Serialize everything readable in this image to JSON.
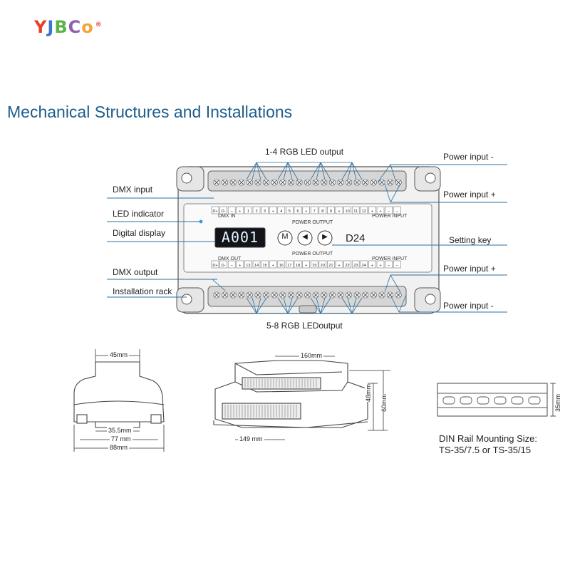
{
  "logo": {
    "letters": [
      "Y",
      "J",
      "B",
      "C",
      "o"
    ],
    "letter_colors": [
      "#e8402c",
      "#3c78c8",
      "#59b548",
      "#8e5fb0",
      "#f2a33a"
    ],
    "reg_mark": "®"
  },
  "title": "Mechanical Structures and Installations",
  "callouts": {
    "top_output": "1-4 RGB LED output",
    "bottom_output": "5-8 RGB LEDoutput",
    "dmx_input": "DMX input",
    "led_indicator": "LED indicator",
    "digital_display": "Digital display",
    "dmx_output": "DMX output",
    "installation_rack": "Installation rack",
    "power_input_minus_top": "Power input -",
    "power_input_plus_top": "Power input +",
    "setting_key": "Setting key",
    "power_input_plus_bottom": "Power input +",
    "power_input_minus_bottom": "Power input -"
  },
  "panel": {
    "display_text": "A001",
    "model": "D24",
    "keys": [
      "M",
      "◀",
      "▶"
    ],
    "top_terminals": [
      "D+",
      "D-",
      "–",
      "+",
      "1",
      "2",
      "3",
      "+",
      "4",
      "5",
      "6",
      "+",
      "7",
      "8",
      "9",
      "+",
      "10",
      "11",
      "12",
      "+",
      "+",
      "–",
      "–"
    ],
    "bottom_terminals": [
      "D+",
      "D-",
      "–",
      "+",
      "13",
      "14",
      "15",
      "+",
      "16",
      "17",
      "18",
      "+",
      "19",
      "20",
      "21",
      "+",
      "22",
      "23",
      "24",
      "+",
      "+",
      "–",
      "–"
    ],
    "top_sub_labels": {
      "dmx_in": "DMX IN",
      "power_output": "POWER OUTPUT",
      "power_input": "POWER INPUT"
    },
    "bottom_sub_labels": {
      "dmx_out": "DMX OUT",
      "power_output": "POWER OUTPUT",
      "power_input": "POWER INPUT"
    }
  },
  "dimensions": {
    "top_width": "45mm",
    "inner_width": "35.5mm",
    "mid_width": "77 mm",
    "overall_width": "88mm",
    "top_length": "160mm",
    "bottom_length": "149 mm",
    "height_small": "48mm",
    "height_large": "60mm",
    "rail_height": "35mm"
  },
  "rail_note": [
    "DIN Rail Mounting Size:",
    "TS-35/7.5 or TS-35/15"
  ]
}
